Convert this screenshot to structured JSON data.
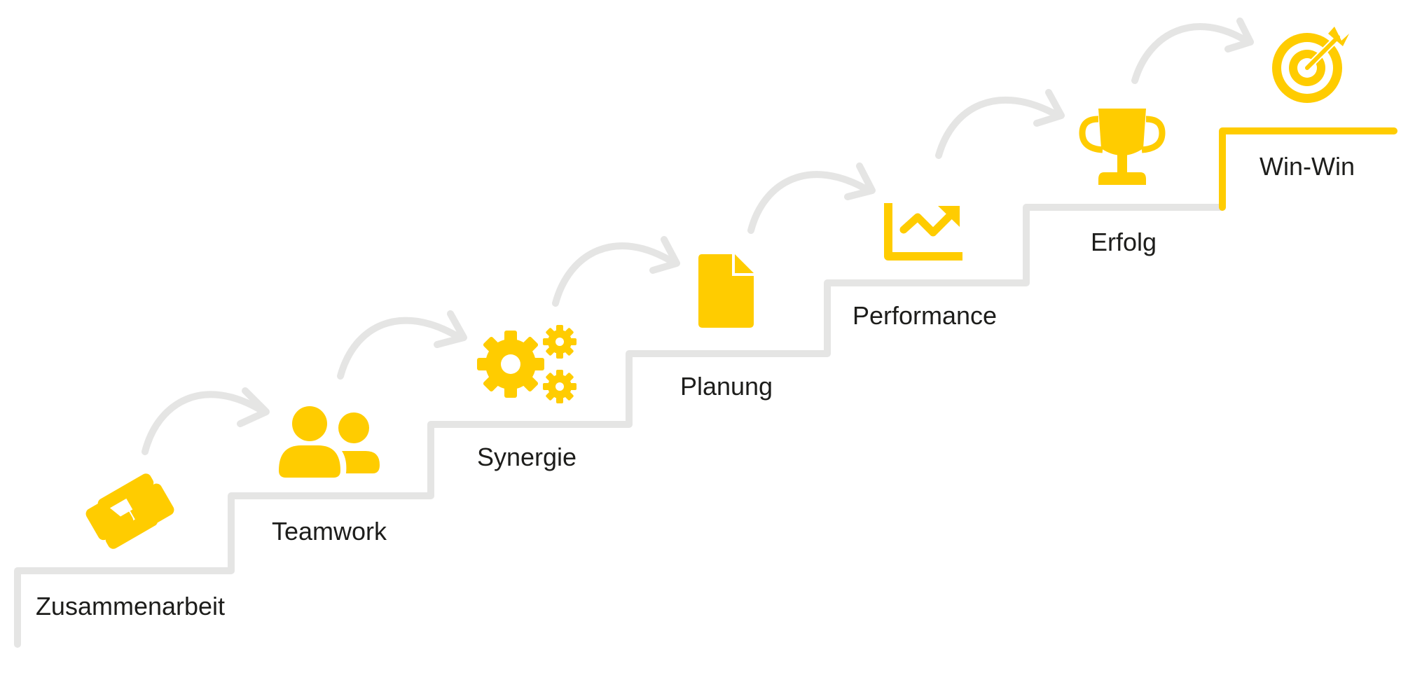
{
  "colors": {
    "accent": "#FFCC00",
    "track": "#E5E5E4",
    "text": "#1D1D1B"
  },
  "steps": [
    {
      "label": "Zusammenarbeit",
      "icon": "handshake-icon"
    },
    {
      "label": "Teamwork",
      "icon": "users-icon"
    },
    {
      "label": "Synergie",
      "icon": "gears-icon"
    },
    {
      "label": "Planung",
      "icon": "document-icon"
    },
    {
      "label": "Performance",
      "icon": "chart-line-icon"
    },
    {
      "label": "Erfolg",
      "icon": "trophy-icon"
    },
    {
      "label": "Win-Win",
      "icon": "target-icon"
    }
  ]
}
